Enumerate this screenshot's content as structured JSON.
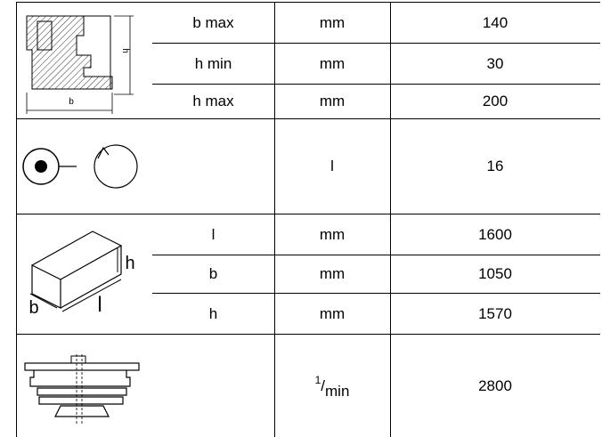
{
  "rows": [
    {
      "icon": "profile-section-icon",
      "icon_labels": {
        "width": "b",
        "height": "h"
      },
      "sub": [
        {
          "param": "b max",
          "unit": "mm",
          "value": "140"
        },
        {
          "param": "h min",
          "unit": "mm",
          "value": "30"
        },
        {
          "param": "h max",
          "unit": "mm",
          "value": "200"
        }
      ]
    },
    {
      "icon": "rotation-count-icon",
      "sub": [
        {
          "param": "",
          "unit": "l",
          "value": "16"
        }
      ]
    },
    {
      "icon": "workpiece-block-icon",
      "icon_labels": {
        "b": "b",
        "l": "l",
        "h": "h"
      },
      "sub": [
        {
          "param": "l",
          "unit": "mm",
          "value": "1600"
        },
        {
          "param": "b",
          "unit": "mm",
          "value": "1050"
        },
        {
          "param": "h",
          "unit": "mm",
          "value": "1570"
        }
      ]
    },
    {
      "icon": "spindle-icon",
      "sub": [
        {
          "param": "",
          "unit_sup": "1",
          "unit_sub": "min",
          "value": "2800"
        }
      ]
    }
  ]
}
